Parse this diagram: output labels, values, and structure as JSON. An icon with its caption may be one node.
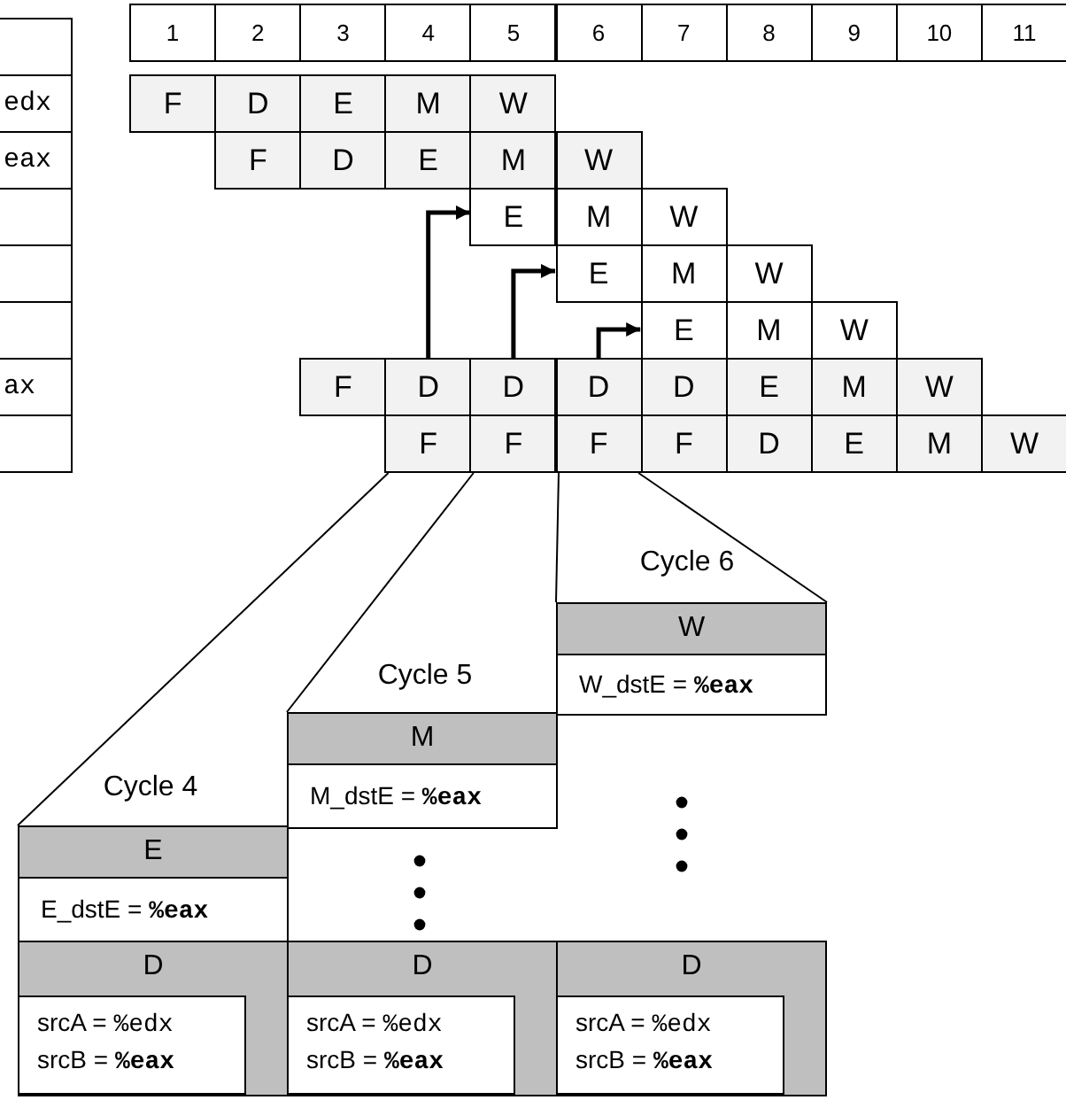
{
  "diagram": {
    "nodes": [
      {
        "text": [],
        "shape": "box"
      },
      {
        "text": [
          "edx"
        ]
      },
      {
        "text": [
          "eax"
        ]
      },
      {
        "text": [],
        "shape": "box"
      },
      {
        "text": [],
        "shape": "box"
      },
      {
        "text": [],
        "shape": "box"
      },
      {
        "text": [
          "ax"
        ]
      },
      {
        "text": [],
        "shape": "box"
      },
      {
        "text": [
          "1"
        ]
      },
      {
        "text": [
          "2"
        ]
      },
      {
        "text": [
          "3"
        ]
      },
      {
        "text": [
          "4"
        ]
      },
      {
        "text": [
          "5"
        ]
      },
      {
        "text": [
          "6"
        ]
      },
      {
        "text": [
          "7"
        ]
      },
      {
        "text": [
          "8"
        ]
      },
      {
        "text": [
          "9"
        ]
      },
      {
        "text": [
          "10"
        ]
      },
      {
        "text": [
          "11"
        ]
      },
      {
        "text": [
          "F"
        ]
      },
      {
        "text": [
          "D"
        ]
      },
      {
        "text": [
          "E"
        ]
      },
      {
        "text": [
          "M"
        ]
      },
      {
        "text": [
          "W"
        ]
      },
      {
        "text": [
          "F"
        ]
      },
      {
        "text": [
          "D"
        ]
      },
      {
        "text": [
          "E"
        ]
      },
      {
        "text": [
          "M"
        ]
      },
      {
        "text": [
          "W"
        ]
      },
      {
        "text": [
          "E"
        ]
      },
      {
        "text": [
          "M"
        ]
      },
      {
        "text": [
          "W"
        ]
      },
      {
        "text": [
          "E"
        ]
      },
      {
        "text": [
          "M"
        ]
      },
      {
        "text": [
          "W"
        ]
      },
      {
        "text": [
          "E"
        ]
      },
      {
        "text": [
          "M"
        ]
      },
      {
        "text": [
          "W"
        ]
      },
      {
        "text": [
          "F"
        ]
      },
      {
        "text": [
          "D"
        ]
      },
      {
        "text": [
          "D"
        ]
      },
      {
        "text": [
          "D"
        ]
      },
      {
        "text": [
          "D"
        ]
      },
      {
        "text": [
          "E"
        ]
      },
      {
        "text": [
          "M"
        ]
      },
      {
        "text": [
          "W"
        ]
      },
      {
        "text": [
          "F"
        ]
      },
      {
        "text": [
          "F"
        ]
      },
      {
        "text": [
          "F"
        ]
      },
      {
        "text": [
          "F"
        ]
      },
      {
        "text": [
          "D"
        ]
      },
      {
        "text": [
          "E"
        ]
      },
      {
        "text": [
          "M"
        ]
      },
      {
        "text": [
          "W"
        ]
      },
      {
        "text": [
          "W",
          "W_dstE = **%eax**"
        ],
        "beside": [
          "Cycle 6"
        ]
      },
      {
        "text": [
          "M",
          "M_dstE = **%eax**"
        ],
        "beside": [
          "Cycle 5"
        ]
      },
      {
        "text": [
          "E",
          "E_dstE = **%eax**"
        ],
        "beside": [
          "Cycle 4"
        ]
      },
      {
        "text": [
          "D"
        ]
      },
      {
        "text": [
          "srcA = %edx",
          "srcB = **%eax**"
        ],
        "in": 57
      },
      {
        "text": [
          "D"
        ]
      },
      {
        "text": [
          "srcA = %edx",
          "srcB = **%eax**"
        ],
        "in": 59
      },
      {
        "text": [
          "D"
        ]
      },
      {
        "text": [
          "srcA = %edx",
          "srcB = **%eax**"
        ],
        "in": 61
      }
    ],
    "edges": [
      {
        "from": 39,
        "to": 29,
        "arrow": "to",
        "style": "thick"
      },
      {
        "from": 40,
        "to": 32,
        "arrow": "to",
        "style": "thick"
      },
      {
        "from": 41,
        "to": 35,
        "arrow": "to",
        "style": "thick"
      },
      {
        "from": 46,
        "to": 56,
        "arrow": "none"
      },
      {
        "from": 47,
        "to": 55,
        "arrow": "none"
      },
      {
        "from": 48,
        "to": 54,
        "arrow": "none"
      },
      {
        "from": 48,
        "to": 54,
        "arrow": "none"
      }
    ]
  }
}
